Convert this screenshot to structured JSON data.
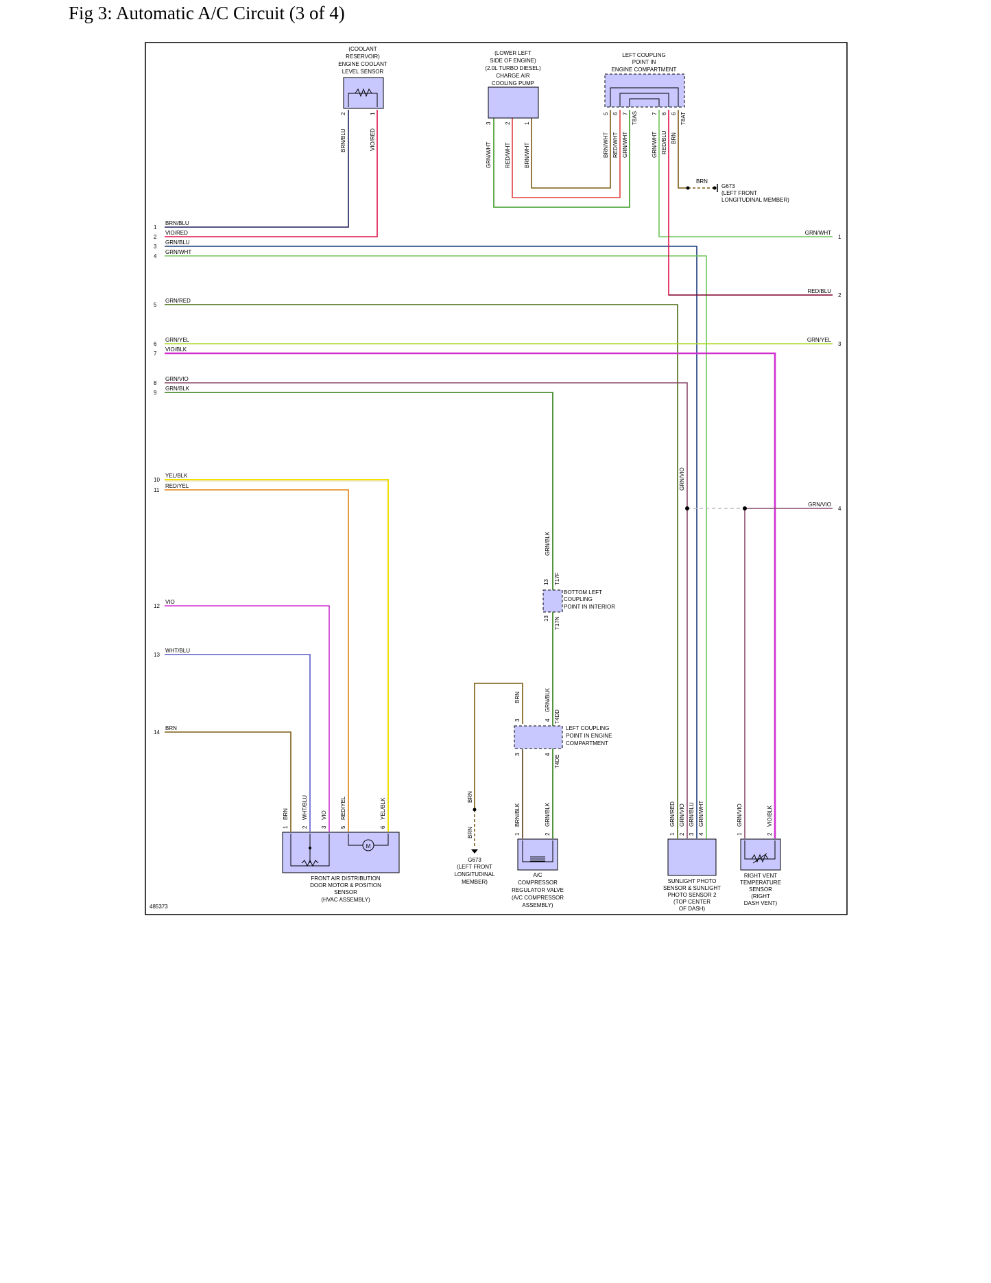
{
  "title": "Fig 3: Automatic A/C Circuit (3 of 4)",
  "figure_id": "485373",
  "left_pins": [
    {
      "pin": "1",
      "wire": "BRN/BLU"
    },
    {
      "pin": "2",
      "wire": "VIO/RED"
    },
    {
      "pin": "3",
      "wire": "GRN/BLU"
    },
    {
      "pin": "4",
      "wire": "GRN/WHT"
    },
    {
      "pin": "5",
      "wire": "GRN/RED"
    },
    {
      "pin": "6",
      "wire": "GRN/YEL"
    },
    {
      "pin": "7",
      "wire": "VIO/BLK"
    },
    {
      "pin": "8",
      "wire": "GRN/VIO"
    },
    {
      "pin": "9",
      "wire": "GRN/BLK"
    },
    {
      "pin": "10",
      "wire": "YEL/BLK"
    },
    {
      "pin": "11",
      "wire": "RED/YEL"
    },
    {
      "pin": "12",
      "wire": "VIO"
    },
    {
      "pin": "13",
      "wire": "WHT/BLU"
    },
    {
      "pin": "14",
      "wire": "BRN"
    }
  ],
  "right_pins": [
    {
      "pin": "1",
      "wire": "GRN/WHT"
    },
    {
      "pin": "2",
      "wire": "RED/BLU"
    },
    {
      "pin": "3",
      "wire": "GRN/YEL"
    },
    {
      "pin": "4",
      "wire": "GRN/VIO"
    }
  ],
  "components": {
    "coolant_sensor": [
      "(COOLANT",
      "RESERVOIR)",
      "ENGINE COOLANT",
      "LEVEL SENSOR"
    ],
    "charge_pump": [
      "(LOWER LEFT",
      "SIDE OF ENGINE)",
      "(2.0L TURBO DIESEL)",
      "CHARGE AIR",
      "COOLING PUMP"
    ],
    "left_coupling_top": [
      "LEFT COUPLING",
      "POINT IN",
      "ENGINE COMPARTMENT"
    ],
    "ground_top": [
      "G673",
      "(LEFT FRONT",
      "LONGITUDINAL MEMBER)"
    ],
    "bottom_left_coupling": [
      "BOTTOM LEFT",
      "COUPLING",
      "POINT IN INTERIOR"
    ],
    "left_coupling_mid": [
      "LEFT COUPLING",
      "POINT IN ENGINE",
      "COMPARTMENT"
    ],
    "front_air_motor": [
      "FRONT AIR DISTRIBUTION",
      "DOOR MOTOR & POSITION",
      "SENSOR",
      "(HVAC ASSEMBLY)"
    ],
    "ground_bottom": [
      "G673",
      "(LEFT FRONT",
      "LONGITUDINAL",
      "MEMBER)"
    ],
    "compressor_valve": [
      "A/C",
      "COMPRESSOR",
      "REGULATOR VALVE",
      "(A/C COMPRESSOR",
      "ASSEMBLY)"
    ],
    "sunlight_sensor": [
      "SUNLIGHT PHOTO",
      "SENSOR & SUNLIGHT",
      "PHOTO SENSOR 2",
      "(TOP CENTER",
      "OF DASH)"
    ],
    "right_vent_sensor": [
      "RIGHT VENT",
      "TEMPERATURE",
      "SENSOR",
      "(RIGHT",
      "DASH VENT)"
    ]
  },
  "wire_labels": {
    "coolant": [
      "BRN/BLU",
      "VIO/RED"
    ],
    "coolant_pins": [
      "2",
      "1"
    ],
    "pump": [
      "GRN/WHT",
      "RED/WHT",
      "BRN/WHT"
    ],
    "pump_pins": [
      "3",
      "2",
      "1"
    ],
    "coupling_top": [
      "BRN/WHT",
      "RED/WHT",
      "GRN/WHT",
      "GRN/WHT",
      "RED/BLU",
      "BRN"
    ],
    "coupling_top_pins": [
      "5",
      "6",
      "7",
      "7",
      "6",
      "6"
    ],
    "coupling_top_ids": [
      "T8AS",
      "T8AT"
    ],
    "ground_top_wire": "BRN",
    "grn_vio_vertical": "GRN/VIO",
    "grn_blk_vertical": [
      "GRN/BLK",
      "GRN/BLK",
      "GRN/BLK"
    ],
    "bottom_coupling_pins": [
      "13",
      "13"
    ],
    "bottom_coupling_ids": [
      "T17F",
      "T17N"
    ],
    "mid_coupling_pins": [
      "3",
      "4",
      "3",
      "4"
    ],
    "mid_coupling_ids": [
      "T4DD",
      "T4DE"
    ],
    "brn_vertical": [
      "BRN",
      "BRN",
      "BRN"
    ],
    "motor": [
      "BRN",
      "WHT/BLU",
      "VIO",
      "RED/YEL",
      "YEL/BLK"
    ],
    "motor_pins": [
      "1",
      "2",
      "3",
      "5",
      "6"
    ],
    "valve": [
      "BRN/BLK",
      "GRN/BLK"
    ],
    "valve_pins": [
      "1",
      "2"
    ],
    "sunlight": [
      "GRN/RED",
      "GRN/VIO",
      "GRN/BLU",
      "GRN/WHT"
    ],
    "sunlight_pins": [
      "1",
      "2",
      "3",
      "4"
    ],
    "vent": [
      "GRN/VIO",
      "VIO/BLK"
    ],
    "vent_pins": [
      "1",
      "2"
    ],
    "motor_symbol": "M"
  },
  "colors": {
    "BRN": "#7a5a10",
    "BLU": "#1c1c8a",
    "GRN": "#3a9a20",
    "VIO": "#d030d0",
    "RED": "#e01040",
    "YEL": "#f0e000",
    "WHT": "#a8a8ff",
    "navy": "#1a3a7a",
    "GRN_WHT": "#6ec45a",
    "GRN_YEL": "#a8d820",
    "GRN_VIO": "#8a4a6a",
    "RED_BLU": "#8a1040"
  }
}
